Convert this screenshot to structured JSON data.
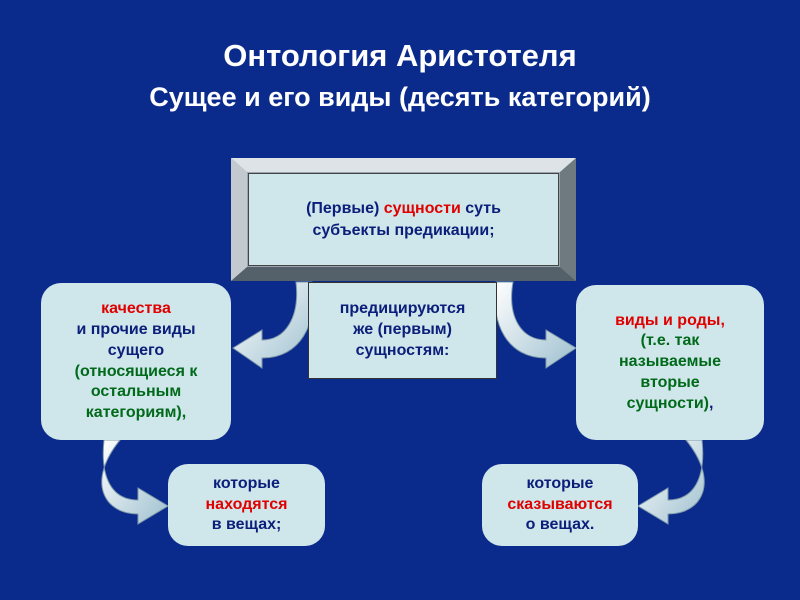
{
  "title": "Онтология Аристотеля",
  "subtitle": "Сущее и его виды (десять категорий)",
  "top_box": {
    "line1_pre": "(Первые) ",
    "line1_red": "сущности",
    "line1_post": " суть",
    "line2": "субъекты предикации;"
  },
  "middle_box": {
    "line1": "предицируются",
    "line2": "же (первым)",
    "line3": "сущностям:"
  },
  "left_box": {
    "line1": "качества",
    "line2": "и прочие виды",
    "line3": "сущего",
    "line4": "(относящиеся к",
    "line5": "остальным",
    "line6": "категориям),"
  },
  "right_box": {
    "line1": "виды и роды,",
    "line2": "(т.е. так",
    "line3": "называемые",
    "line4": "вторые",
    "line5": "сущности)",
    "line5_suffix": ","
  },
  "bottom_left_box": {
    "line1": "которые",
    "line2": "находятся",
    "line3": "в вещах;"
  },
  "bottom_right_box": {
    "line1": "которые",
    "line2": "сказываются",
    "line3": "о вещах."
  },
  "colors": {
    "background": "#0a2a8c",
    "box_fill": "#cfe6ea",
    "text_blue": "#0a1e7a",
    "text_red": "#e00000",
    "text_green": "#006a1a"
  }
}
